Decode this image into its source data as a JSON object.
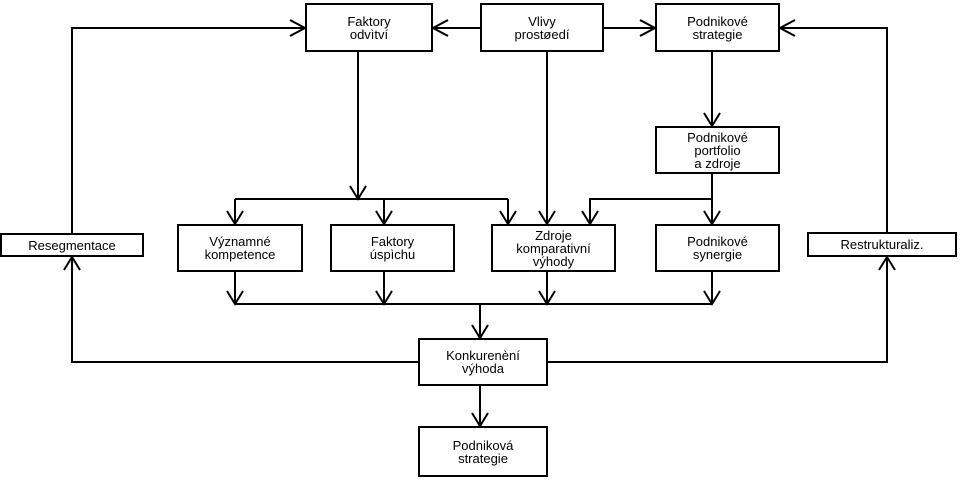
{
  "nodes": {
    "faktory_odvetvi": "Faktory\nodvìtví",
    "vlivy_prostredi": "Vlivy\nprostøedí",
    "podnikove_strategie": "Podnikové\nstrategie",
    "podnikove_portfolio": "Podnikové\nportfolio\na zdroje",
    "resegmentace": "Resegmentace",
    "vyznamne_kompetence": "Významné\nkompetence",
    "faktory_uspechu": "Faktory\núspìchu",
    "zdroje_komparativni": "Zdroje\nkomparativní\nvýhody",
    "podnikove_synergie": "Podnikové\nsynergie",
    "restrukturaliz": "Restrukturaliz.",
    "konkurencni_vyhoda": "Konkurenèní\nvýhoda",
    "podnikova_strategie": "Podniková\nstrategie"
  },
  "colors": {
    "line": "#000000",
    "box_fill": "#ffffff"
  }
}
